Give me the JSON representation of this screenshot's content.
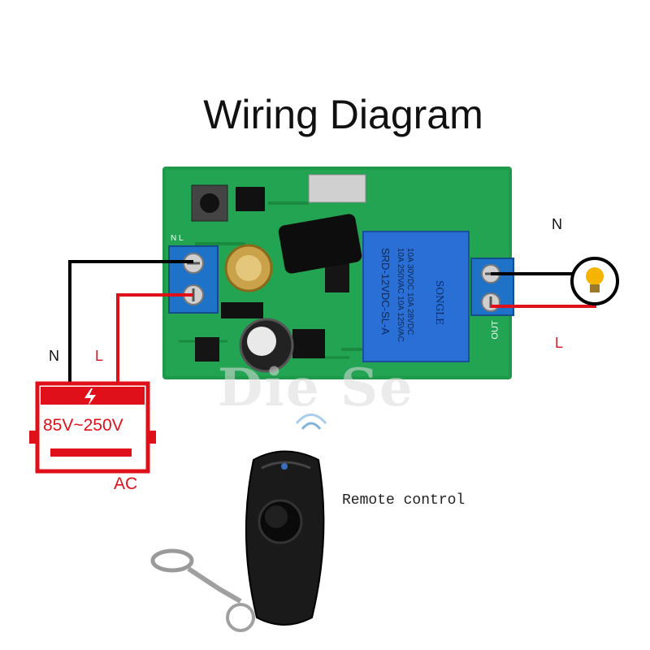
{
  "title": "Wiring Diagram",
  "watermark": "Die Se",
  "wires": {
    "input_neutral": "N",
    "input_live": "L",
    "output_neutral": "N",
    "output_live": "L"
  },
  "power_source": {
    "voltage": "85V~250V",
    "type": "AC"
  },
  "remote": {
    "label": "Remote control"
  },
  "relay": {
    "brand": "SONGLE",
    "model": "SRD-12VDC-SL-A",
    "ratings": [
      "10A 250VAC 10A 125VAC",
      "10A 30VDC 10A 28VDC"
    ]
  },
  "board": {
    "in_mark": "N L",
    "out_mark": "OUT"
  },
  "colors": {
    "neutral_wire": "#000000",
    "live_wire": "#e0101a",
    "pcb": "#1f9a4a",
    "terminal": "#1e73c8",
    "relay": "#2a6fd6",
    "power": "#e0101a"
  }
}
